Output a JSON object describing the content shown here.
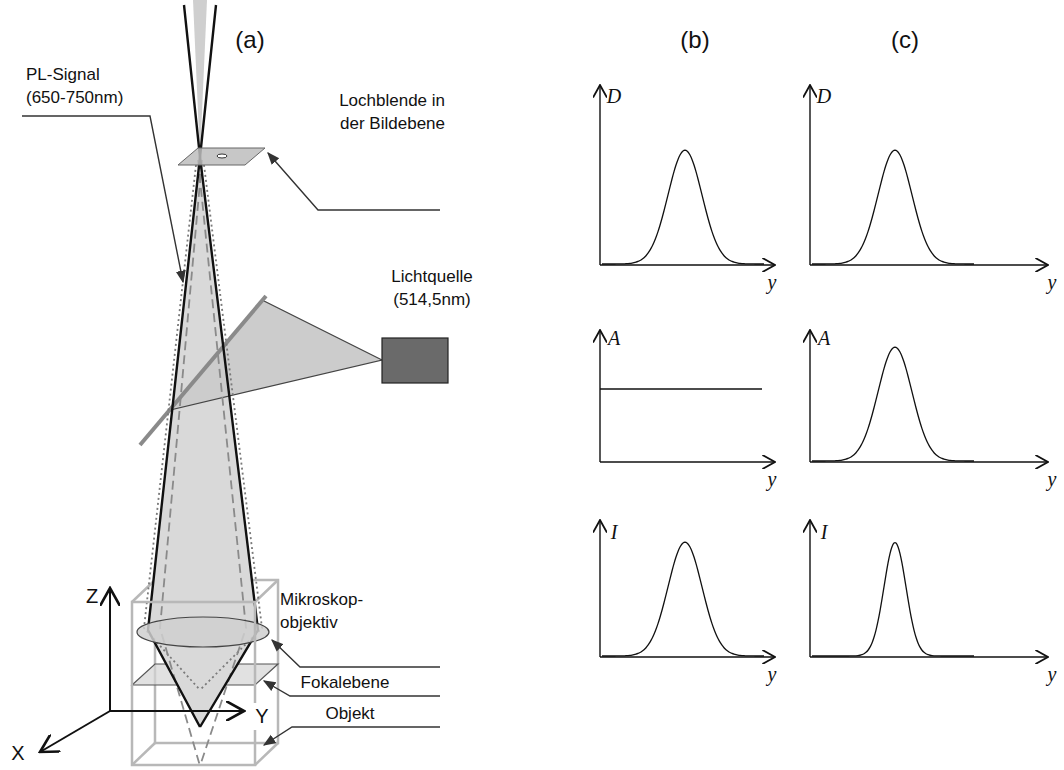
{
  "diagram": {
    "labels": [
      "(a)",
      "(b)",
      "(c)",
      "Lochblende in der Bildebene",
      "PL-Signal (650-750nm)",
      "Lichtquelle (514,5nm)",
      "Mikroskop- objektiv",
      "Fokalebene",
      "Objekt",
      "Z",
      "Y",
      "X",
      "D",
      "y",
      "A",
      "y",
      "I",
      "y",
      "D",
      "y",
      "A",
      "y",
      "I",
      "y"
    ]
  }
}
